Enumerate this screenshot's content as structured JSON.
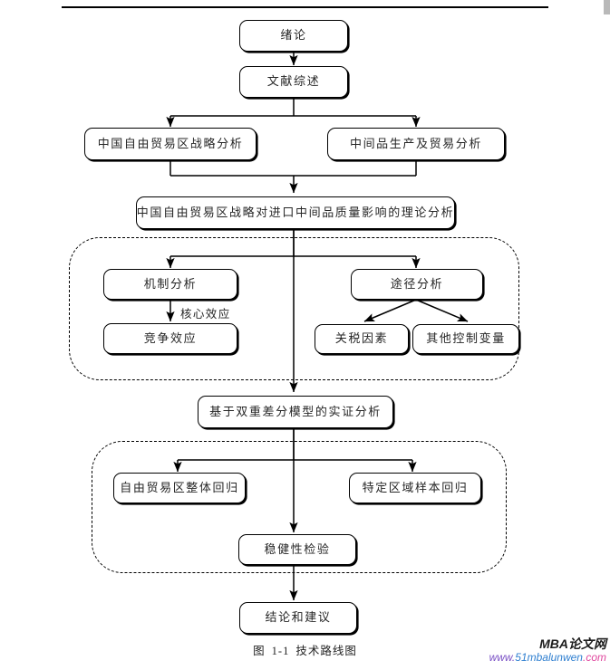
{
  "document": {
    "caption_prefix": "图",
    "caption_number": "1-1",
    "caption_title": "技术路线图"
  },
  "watermark": {
    "site_name": "MBA论文网",
    "url_part1": "www.",
    "url_part2": "51mbalunwen",
    "url_part3": ".com"
  },
  "flowchart": {
    "type": "flowchart",
    "title": "技术路线图",
    "nodes": [
      {
        "id": "intro",
        "label": "绪论"
      },
      {
        "id": "lit-review",
        "label": "文献综述"
      },
      {
        "id": "fta-strategy",
        "label": "中国自由贸易区战略分析"
      },
      {
        "id": "intermediate",
        "label": "中间品生产及贸易分析"
      },
      {
        "id": "theory",
        "label": "中国自由贸易区战略对进口中间品质量影响的理论分析"
      },
      {
        "id": "mechanism",
        "label": "机制分析"
      },
      {
        "id": "competition",
        "label": "竞争效应"
      },
      {
        "id": "pathway",
        "label": "途径分析"
      },
      {
        "id": "tariff",
        "label": "关税因素"
      },
      {
        "id": "other-vars",
        "label": "其他控制变量"
      },
      {
        "id": "empirical",
        "label": "基于双重差分模型的实证分析"
      },
      {
        "id": "overall-reg",
        "label": "自由贸易区整体回归"
      },
      {
        "id": "region-reg",
        "label": "特定区域样本回归"
      },
      {
        "id": "robustness",
        "label": "稳健性检验"
      },
      {
        "id": "conclusion",
        "label": "结论和建议"
      }
    ],
    "edge_labels": [
      {
        "id": "core-effect",
        "label": "核心效应"
      }
    ],
    "groups": [
      {
        "id": "theory-group",
        "label": ""
      },
      {
        "id": "empirical-group",
        "label": ""
      }
    ]
  },
  "colors": {
    "line": "#000000",
    "text": "#262626",
    "background": "#ffffff"
  }
}
